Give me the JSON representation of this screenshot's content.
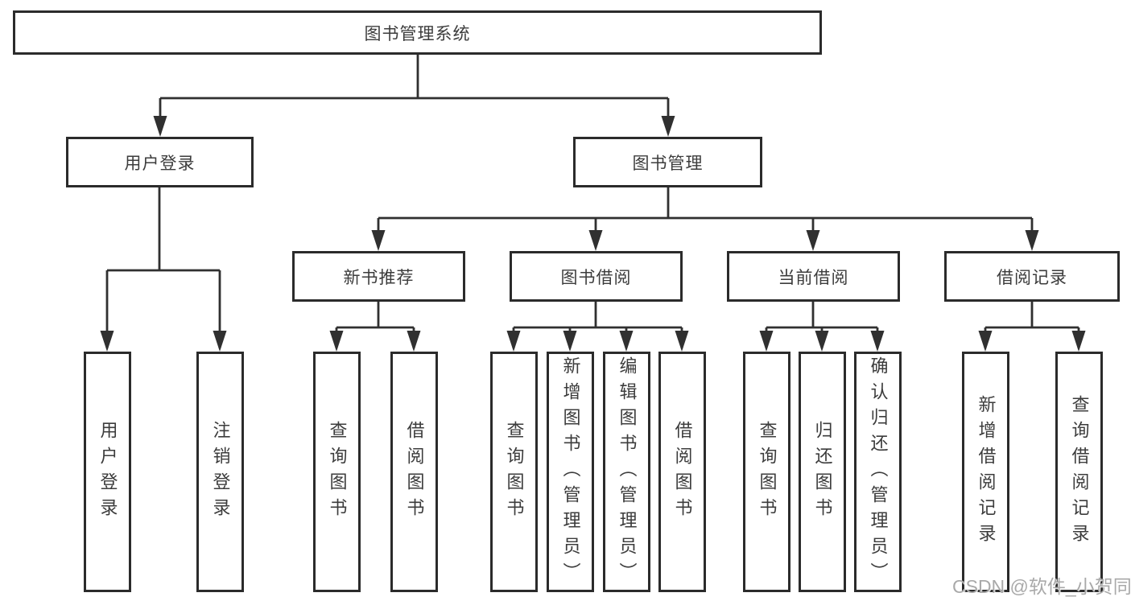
{
  "tree": {
    "root": "图书管理系统",
    "branches": [
      {
        "label": "用户登录",
        "children": [
          "用户登录",
          "注销登录"
        ]
      },
      {
        "label": "图书管理",
        "groups": [
          {
            "label": "新书推荐",
            "children": [
              "查询图书",
              "借阅图书"
            ]
          },
          {
            "label": "图书借阅",
            "children": [
              "查询图书",
              "新增图书（管理员）",
              "编辑图书（管理员）",
              "借阅图书"
            ]
          },
          {
            "label": "当前借阅",
            "children": [
              "查询图书",
              "归还图书",
              "确认归还（管理员）"
            ]
          },
          {
            "label": "借阅记录",
            "children": [
              "新增借阅记录",
              "查询借阅记录"
            ]
          }
        ]
      }
    ]
  },
  "watermark": {
    "text": "CSDN @软件_小贺同学"
  },
  "colors": {
    "line": "#303030",
    "box_border": "#2b2b2b",
    "text": "#3c3c3c",
    "watermark": "#a9a9a9",
    "background": "#ffffff"
  }
}
